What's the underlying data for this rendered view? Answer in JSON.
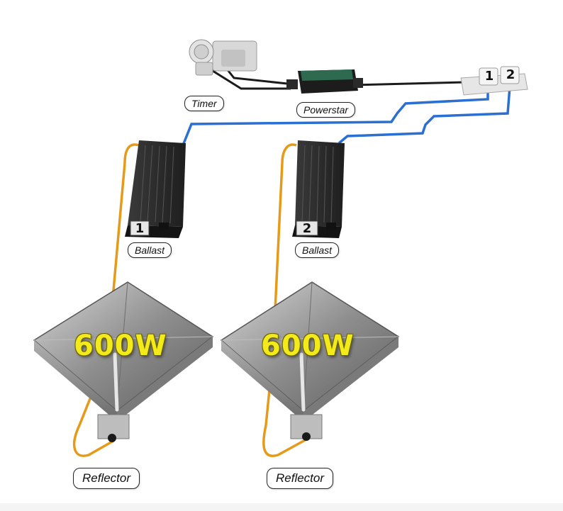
{
  "labels": {
    "timer": "Timer",
    "powerstar": "Powerstar",
    "ballast_1": "Ballast",
    "ballast_2": "Ballast",
    "reflector_1": "Reflector",
    "reflector_2": "Reflector"
  },
  "outlets": [
    "1",
    "2"
  ],
  "ballast_numbers": [
    "1",
    "2"
  ],
  "wattage": [
    "600W",
    "600W"
  ],
  "colors": {
    "cable_blue": "#2a6fd1",
    "cable_orange": "#e69a1a",
    "cable_black": "#1b1b1b",
    "wattage_text": "#f2ea1a",
    "ballast_body": "#2b2b2b",
    "reflector_metal": "#9a9a9a"
  }
}
